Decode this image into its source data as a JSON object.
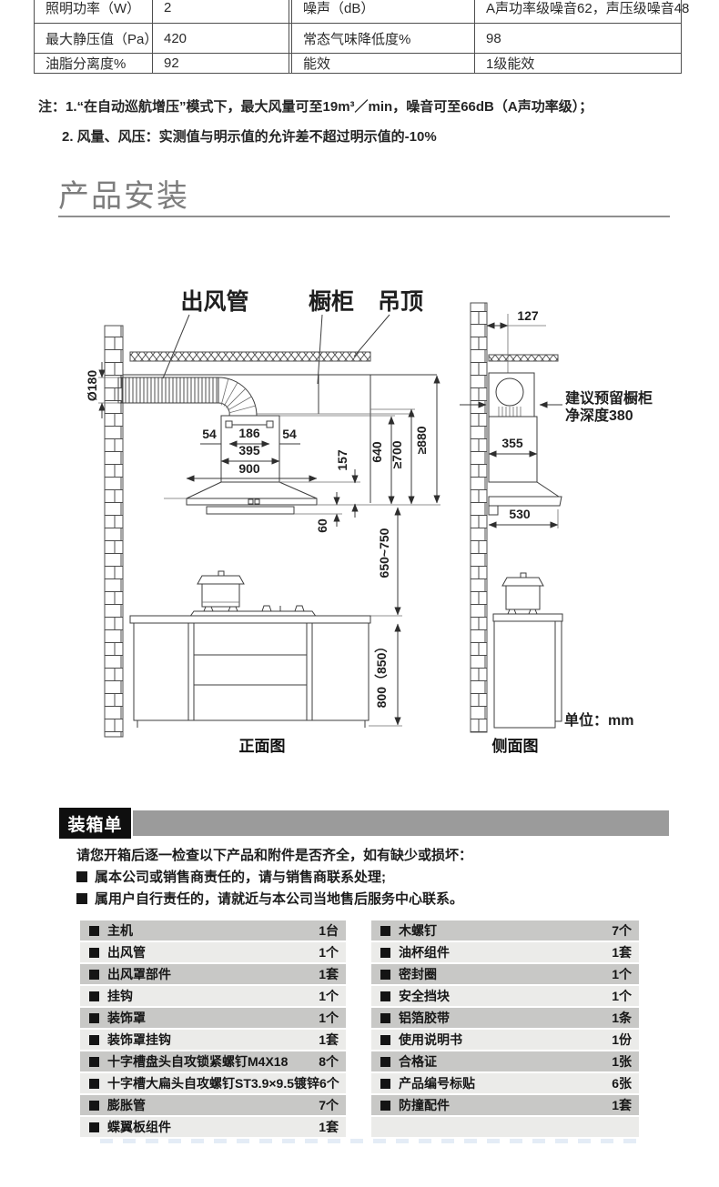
{
  "colors": {
    "pack_header_bg": "#0f0f0f",
    "pack_bar": "#9b9b9b",
    "row_dark": "#c8c8c6",
    "row_light": "#ebebe9",
    "title_gray": "#7d7d7d"
  },
  "spec_table": {
    "rows": [
      [
        "照明功率（W）",
        "2",
        "噪声（dB）",
        "A声功率级噪音62，声压级噪音48"
      ],
      [
        "最大静压值（Pa）",
        "420",
        "常态气味降低度%",
        "98"
      ],
      [
        "油脂分离度%",
        "92",
        "能效",
        "1级能效"
      ]
    ]
  },
  "notes": {
    "line1": "注：1.“在自动巡航增压”模式下，最大风量可至19m³／min，噪音可至66dB（A声功率级）；",
    "line2": "2. 风量、风压：实测值与明示值的允许差不超过明示值的-10%"
  },
  "install_section": {
    "title": "产品安装"
  },
  "diagram": {
    "labels": {
      "duct": "出风管",
      "cabinet": "橱柜",
      "ceiling": "吊顶"
    },
    "front": {
      "caption": "正面图",
      "dims": {
        "duct_dia": "Ø180",
        "left54": "54",
        "mid186": "186",
        "right54": "54",
        "w395": "395",
        "w900": "900",
        "h157": "157",
        "h60": "60",
        "h640": "640",
        "h700": "≥700",
        "h880": "≥880",
        "gap": "650~750",
        "counter": "800（850）"
      }
    },
    "side": {
      "caption": "侧面图",
      "dims": {
        "top127": "127",
        "d355": "355",
        "d530": "530"
      },
      "note1": "建议预留橱柜",
      "note2": "净深度380"
    },
    "unit": "单位：mm"
  },
  "packing": {
    "header": "装箱单",
    "intro": "请您开箱后逐一检查以下产品和附件是否齐全，如有缺少或损坏：",
    "bullet1": "属本公司或销售商责任的，请与销售商联系处理;",
    "bullet2": "属用户自行责任的，请就近与本公司当地售后服务中心联系。",
    "left_items": [
      [
        "主机",
        "1台"
      ],
      [
        "出风管",
        "1个"
      ],
      [
        "出风罩部件",
        "1套"
      ],
      [
        "挂钩",
        "1个"
      ],
      [
        "装饰罩",
        "1个"
      ],
      [
        "装饰罩挂钩",
        "1套"
      ],
      [
        "十字槽盘头自攻锁紧螺钉M4X18",
        "8个"
      ],
      [
        "十字槽大扁头自攻螺钉ST3.9×9.5镀锌",
        "6个"
      ],
      [
        "膨胀管",
        "7个"
      ],
      [
        "蝶翼板组件",
        "1套"
      ]
    ],
    "right_items": [
      [
        "木螺钉",
        "7个"
      ],
      [
        "油杯组件",
        "1套"
      ],
      [
        "密封圈",
        "1个"
      ],
      [
        "安全挡块",
        "1个"
      ],
      [
        "铝箔胶带",
        "1条"
      ],
      [
        "使用说明书",
        "1份"
      ],
      [
        "合格证",
        "1张"
      ],
      [
        "产品编号标贴",
        "6张"
      ],
      [
        "防撞配件",
        "1套"
      ],
      [
        "",
        ""
      ]
    ]
  }
}
